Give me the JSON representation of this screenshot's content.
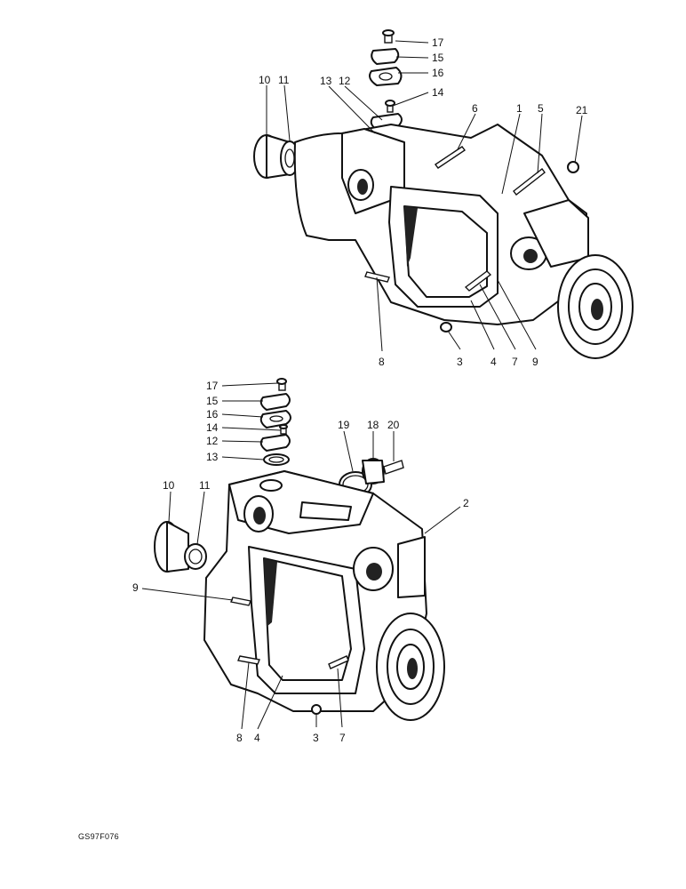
{
  "callouts_upper": [
    "17",
    "15",
    "16",
    "14",
    "12",
    "13",
    "10",
    "11",
    "6",
    "1",
    "5",
    "21",
    "8",
    "3",
    "4",
    "7",
    "9"
  ],
  "callouts_lower": [
    "17",
    "15",
    "16",
    "14",
    "12",
    "13",
    "19",
    "18",
    "20",
    "10",
    "11",
    "2",
    "9",
    "8",
    "4",
    "3",
    "7"
  ],
  "reference_code": "GS97F076"
}
